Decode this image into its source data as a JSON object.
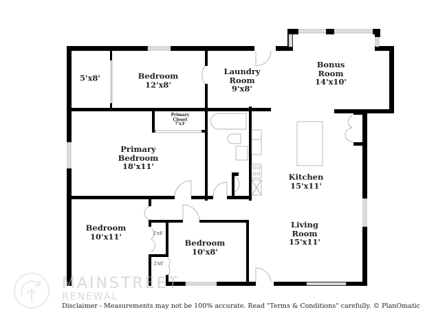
{
  "floorplan": {
    "rooms": [
      {
        "id": "closet-5x8",
        "name": "",
        "size": "5'x8'"
      },
      {
        "id": "bedroom-top",
        "name": "Bedroom",
        "size": "12'x8'"
      },
      {
        "id": "laundry",
        "name_line1": "Laundry",
        "name_line2": "Room",
        "size": "9'x8'"
      },
      {
        "id": "bonus",
        "name_line1": "Bonus",
        "name_line2": "Room",
        "size": "14'x10'"
      },
      {
        "id": "primary-closet",
        "name_line1": "Primary",
        "name_line2": "Closet",
        "size": "7'x3'"
      },
      {
        "id": "primary-bedroom",
        "name_line1": "Primary",
        "name_line2": "Bedroom",
        "size": "18'x11'"
      },
      {
        "id": "kitchen",
        "name": "Kitchen",
        "size": "15'x11'"
      },
      {
        "id": "bedroom-left",
        "name": "Bedroom",
        "size": "10'x11'"
      },
      {
        "id": "closet-a",
        "size": "2'x4'"
      },
      {
        "id": "closet-b",
        "size": "2'x4'"
      },
      {
        "id": "bedroom-small",
        "name": "Bedroom",
        "size": "10'x8'"
      },
      {
        "id": "living",
        "name_line1": "Living",
        "name_line2": "Room",
        "size": "15'x11'"
      }
    ]
  },
  "watermark": {
    "line1": "MAINSTREET",
    "line2": "RENEWAL"
  },
  "footer": {
    "disclaimer": "Disclaimer - Measurements may not be 100% accurate. Read \"Terms & Conditions\" carefully. © PlanOmatic"
  },
  "colors": {
    "wall": "#000000",
    "window_fill": "#e0e0e0",
    "fixture_line": "#999999",
    "background": "#ffffff"
  }
}
